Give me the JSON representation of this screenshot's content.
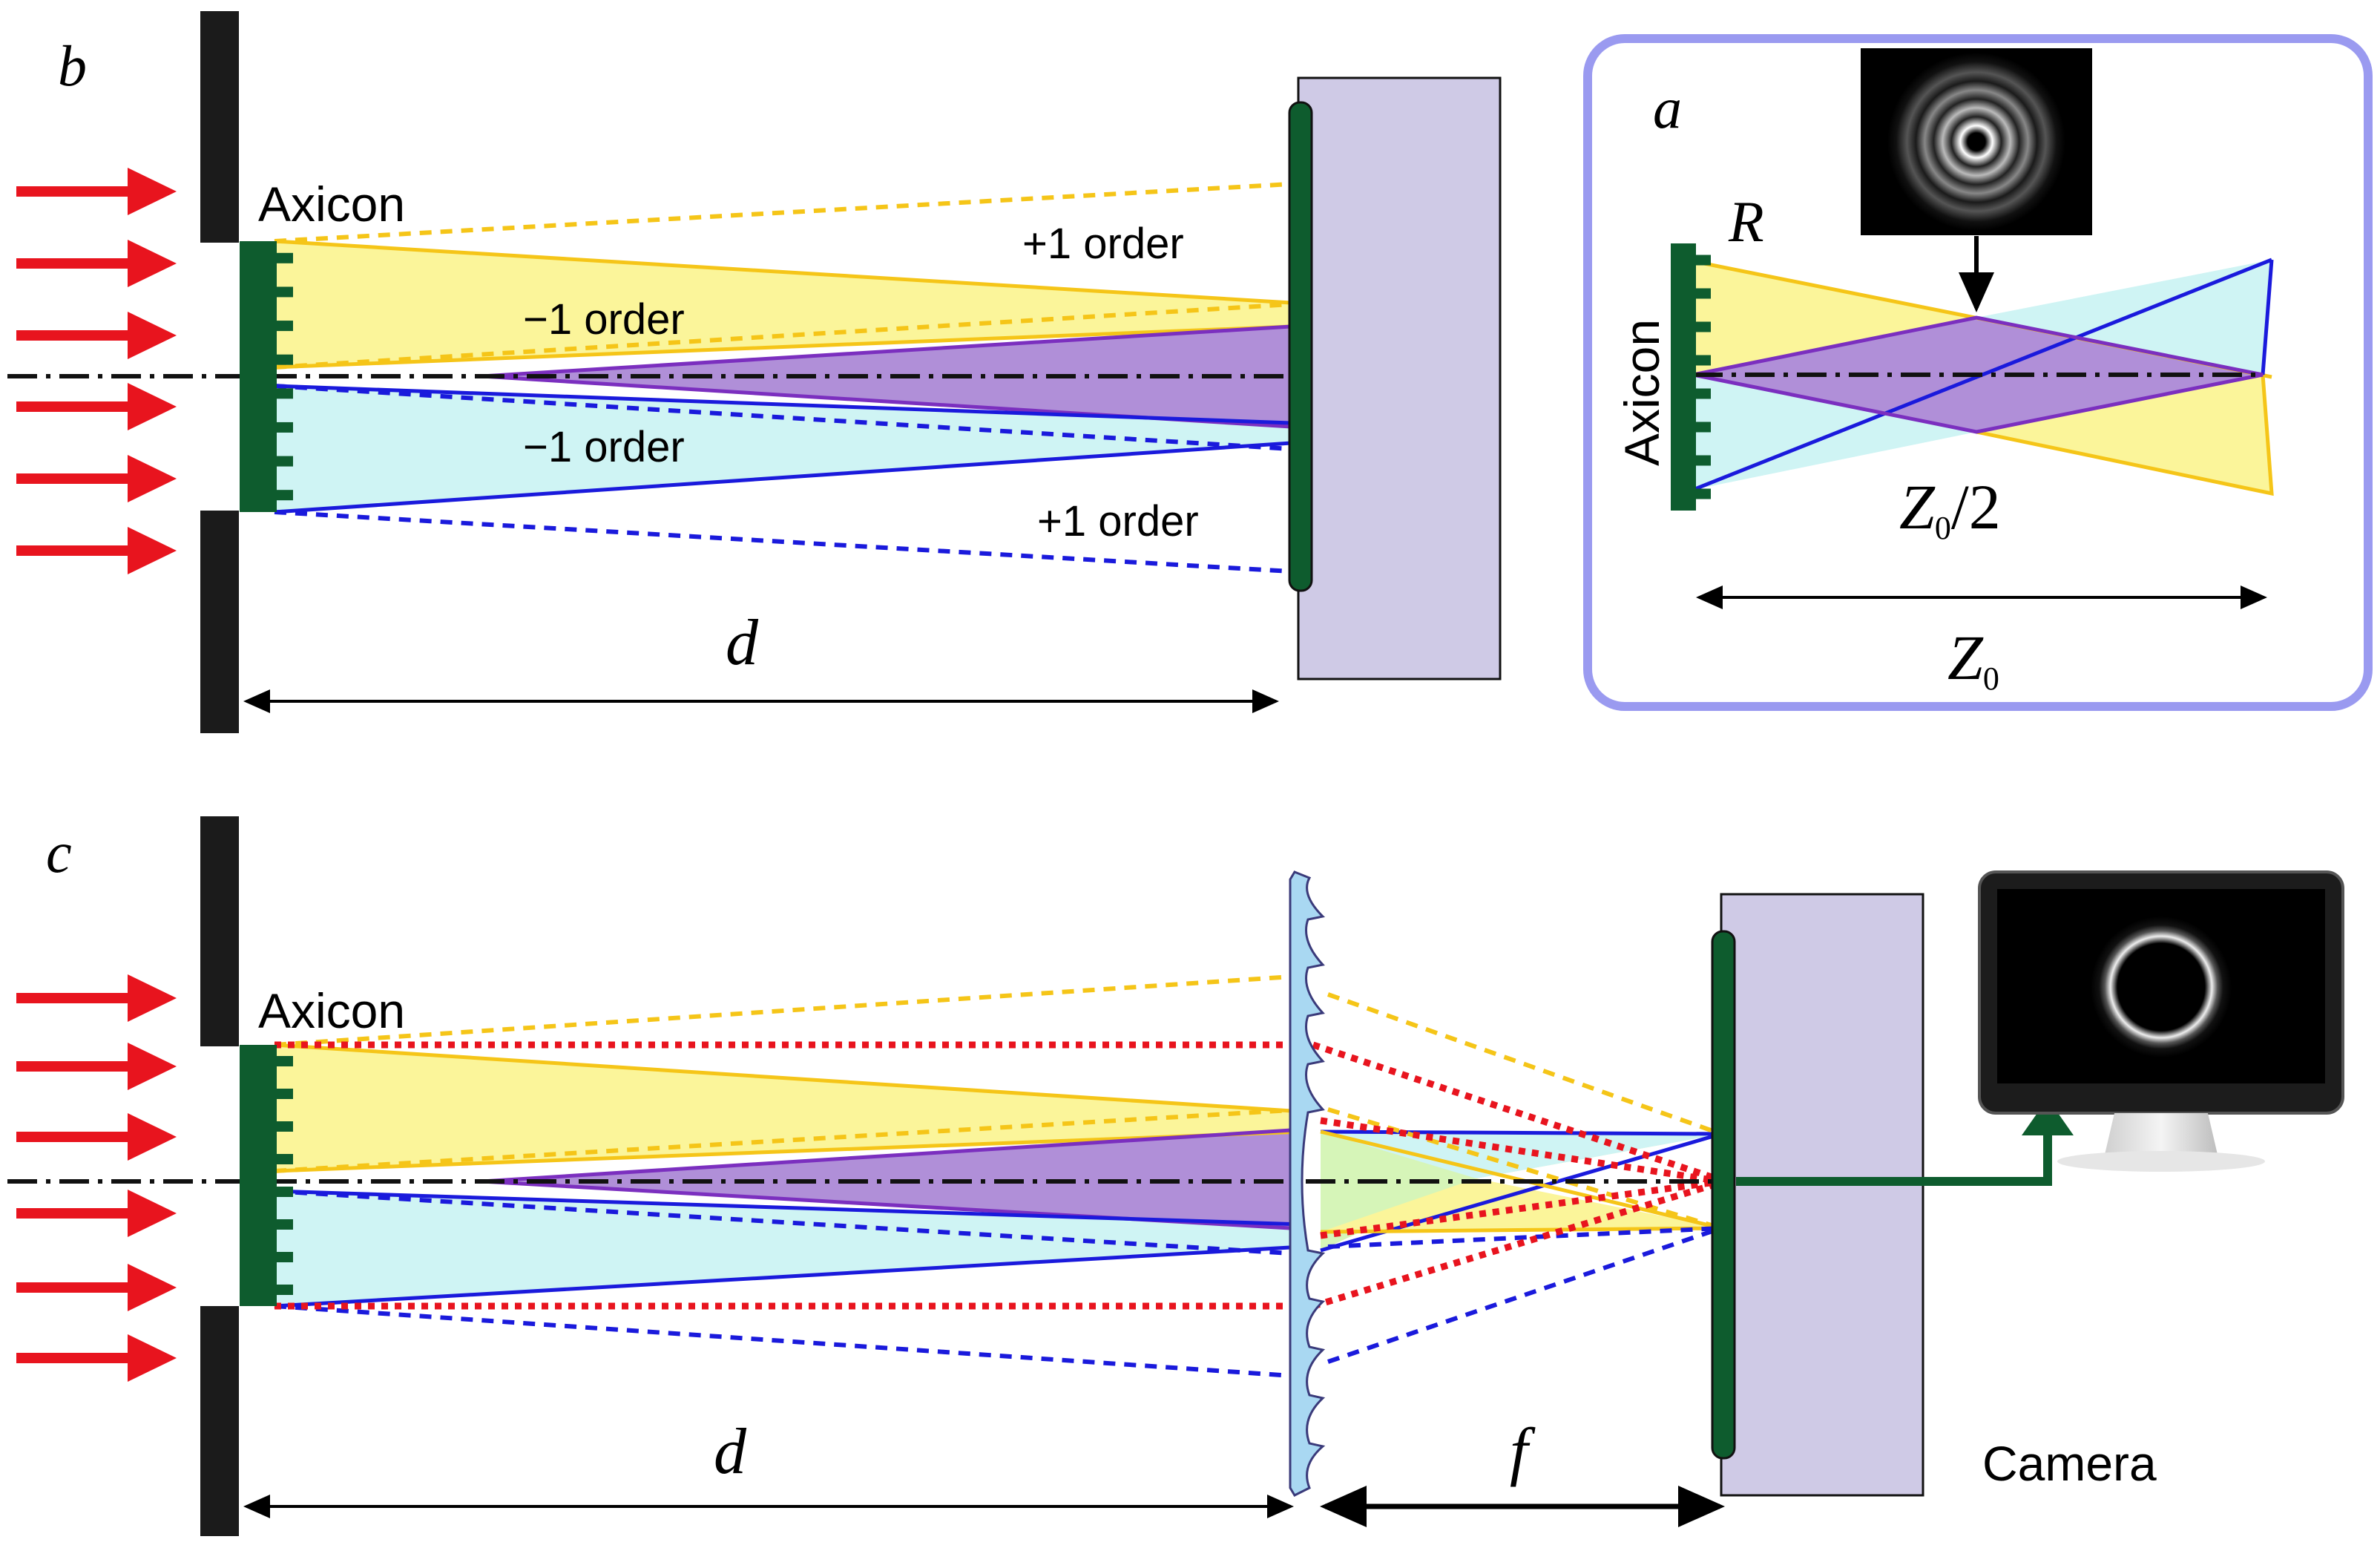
{
  "panel_b": {
    "letter": "b",
    "axicon_label": "Axicon",
    "order_plus_top": "+1 order",
    "order_minus_top": "−1 order",
    "order_minus_bottom": "−1 order",
    "order_plus_bottom": "+1 order",
    "distance_label": "d"
  },
  "panel_a": {
    "letter": "a",
    "radius_label": "R",
    "axicon_label": "Axicon",
    "half_length_main": "Z",
    "half_length_sub": "0",
    "half_length_suffix": "/2",
    "length_main": "Z",
    "length_sub": "0"
  },
  "panel_c": {
    "letter": "c",
    "axicon_label": "Axicon",
    "distance_label": "d",
    "focal_label": "f",
    "camera_label": "Camera"
  },
  "colors": {
    "beam_arrow": "#e8141e",
    "plus_order": "#f5c518",
    "minus_order": "#1a1adc",
    "overlap": "#7b2fbf",
    "yellow_fill": "#fbf59a",
    "cyan_fill": "#cff4f4",
    "purple_fill": "#b08fd8",
    "axicon_green": "#0e5c2e",
    "screen": "#cfcae6",
    "inset_border": "#9a9af0",
    "lens": "#a9d8f2"
  }
}
